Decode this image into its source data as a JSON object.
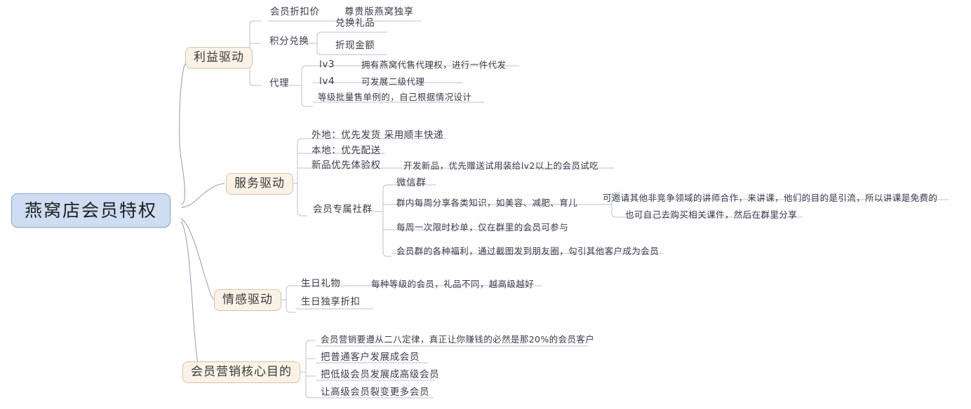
{
  "diagram": {
    "type": "mind-map",
    "title": "燕窝店会员特权",
    "colors": {
      "root_fill": "#cfddf2",
      "root_stroke": "#8aa7cc",
      "topic_fill": "#faf2e6",
      "topic_stroke": "#d7c3a6",
      "link_stroke": "#9aa4b8",
      "underline": "#b9c0cf",
      "text": "#3b3b4a"
    },
    "root": {
      "label": "燕窝店会员特权"
    },
    "branches": [
      {
        "label": "利益驱动",
        "children": [
          {
            "label": "会员折扣价",
            "details": [
              "尊贵版燕窝独享"
            ]
          },
          {
            "label": "积分兑换",
            "details": [
              "兑换礼品",
              "折现金额"
            ]
          },
          {
            "label": "代理",
            "details": [
              "lv3",
              "拥有燕窝代售代理权，进行一件代发",
              "lv4",
              "可发展二级代理",
              "等级批量售单例的，自己根据情况设计"
            ]
          }
        ]
      },
      {
        "label": "服务驱动",
        "children": [
          {
            "label": "外地：优先发货 采用顺丰快递",
            "details": []
          },
          {
            "label": "本地：优先配送",
            "details": []
          },
          {
            "label": "新品优先体验权",
            "details": [
              "开发新品，优先赠送试用装给lv2以上的会员试吃"
            ]
          },
          {
            "label": "会员专属社群",
            "details": [
              "微信群",
              "群内每周分享各类知识，如美容、减肥、育儿",
              "可邀请其他非竞争领域的讲师合作，来讲课，他们的目的是引流，所以讲课是免费的",
              "也可自己去购买相关课件，然后在群里分享",
              "每周一次限时秒单，仅在群里的会员可参与",
              "会员群的各种福利，通过截图发到朋友圈，勾引其他客户成为会员"
            ]
          }
        ]
      },
      {
        "label": "情感驱动",
        "children": [
          {
            "label": "生日礼物",
            "details": [
              "每种等级的会员，礼品不同，越高级越好"
            ]
          },
          {
            "label": "生日独享折扣",
            "details": []
          }
        ]
      },
      {
        "label": "会员营销核心目的",
        "children": [
          {
            "label": "会员营销要遵从二八定律，真正让你赚钱的必然是那20%的会员客户",
            "details": []
          },
          {
            "label": "把普通客户发展成会员",
            "details": []
          },
          {
            "label": "把低级会员发展成高级会员",
            "details": []
          },
          {
            "label": "让高级会员裂变更多会员",
            "details": []
          }
        ]
      }
    ],
    "nodes": {
      "root": "燕窝店会员特权",
      "b1": "利益驱动",
      "b1c1": "会员折扣价",
      "b1c1d1": "尊贵版燕窝独享",
      "b1c2": "积分兑换",
      "b1c2d1": "兑换礼品",
      "b1c2d2": "折现金额",
      "b1c3": "代理",
      "b1c3d1": "lv3",
      "b1c3d1t": "拥有燕窝代售代理权，进行一件代发",
      "b1c3d2": "lv4",
      "b1c3d2t": "可发展二级代理",
      "b1c3d3": "等级批量售单例的，自己根据情况设计",
      "b2": "服务驱动",
      "b2c1": "外地：优先发货 采用顺丰快递",
      "b2c2": "本地：优先配送",
      "b2c3": "新品优先体验权",
      "b2c3d1": "开发新品，优先赠送试用装给lv2以上的会员试吃",
      "b2c4": "会员专属社群",
      "b2c4d1": "微信群",
      "b2c4d2": "群内每周分享各类知识，如美容、减肥、育儿",
      "b2c4d2a": "可邀请其他非竞争领域的讲师合作，来讲课，他们的目的是引流，所以讲课是免费的",
      "b2c4d2b": "也可自己去购买相关课件，然后在群里分享",
      "b2c4d3": "每周一次限时秒单，仅在群里的会员可参与",
      "b2c4d4": "会员群的各种福利，通过截图发到朋友圈，勾引其他客户成为会员",
      "b3": "情感驱动",
      "b3c1": "生日礼物",
      "b3c1d1": "每种等级的会员，礼品不同，越高级越好",
      "b3c2": "生日独享折扣",
      "b4": "会员营销核心目的",
      "b4c1": "会员营销要遵从二八定律，真正让你赚钱的必然是那20%的会员客户",
      "b4c2": "把普通客户发展成会员",
      "b4c3": "把低级会员发展成高级会员",
      "b4c4": "让高级会员裂变更多会员"
    }
  }
}
